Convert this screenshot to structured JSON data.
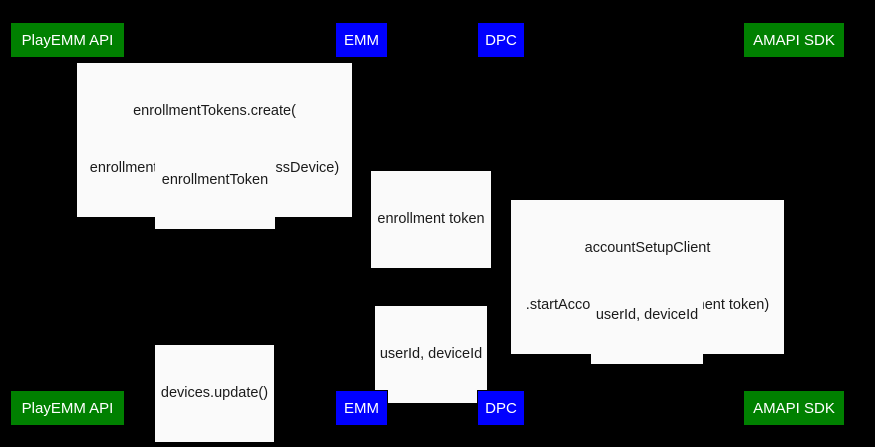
{
  "diagram": {
    "type": "sequence-diagram",
    "background_color": "#000000",
    "participant_green_color": "#008000",
    "participant_blue_color": "#0000ff",
    "label_background_color": "#fafafa",
    "label_text_color": "#1a1a1a",
    "participant_text_color": "#ffffff"
  },
  "participants": [
    {
      "id": "playemm-api",
      "label": "PlayEMM API",
      "color": "green"
    },
    {
      "id": "emm",
      "label": "EMM",
      "color": "blue"
    },
    {
      "id": "dpc",
      "label": "DPC",
      "color": "blue"
    },
    {
      "id": "amapi-sdk",
      "label": "AMAPI SDK",
      "color": "green"
    }
  ],
  "messages": [
    {
      "id": "msg-1",
      "line1": "enrollmentTokens.create(",
      "line2": "enrollmentTokenType=userlessDevice)",
      "from": "emm",
      "to": "playemm-api"
    },
    {
      "id": "msg-2",
      "line1": "enrollmentToken",
      "from": "playemm-api",
      "to": "emm"
    },
    {
      "id": "msg-3",
      "line1": "enrollment token",
      "from": "emm",
      "to": "dpc"
    },
    {
      "id": "msg-4",
      "line1": "accountSetupClient",
      "line2": ".startAccountSetup(entrollment token)",
      "from": "dpc",
      "to": "amapi-sdk"
    },
    {
      "id": "msg-5",
      "line1": "userId, deviceId",
      "from": "amapi-sdk",
      "to": "dpc"
    },
    {
      "id": "msg-6",
      "line1": "userId, deviceId",
      "from": "dpc",
      "to": "emm"
    },
    {
      "id": "msg-7",
      "line1": "devices.update()",
      "from": "emm",
      "to": "playemm-api"
    }
  ]
}
